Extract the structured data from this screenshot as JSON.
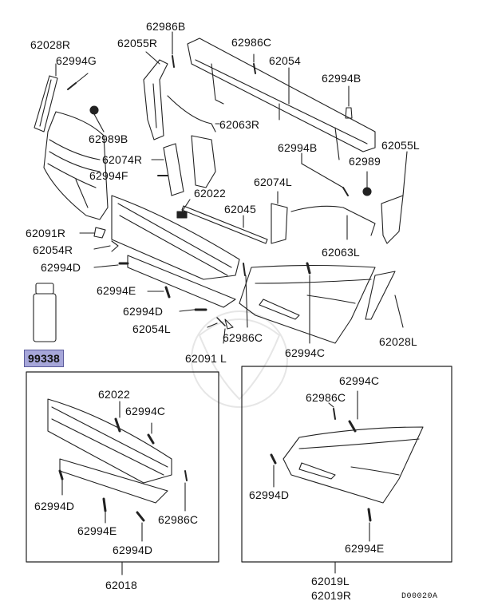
{
  "labels": {
    "l62028R": "62028R",
    "l62994G": "62994G",
    "l62055R": "62055R",
    "l62986B": "62986B",
    "l62986C_top": "62986C",
    "l62054": "62054",
    "l62994B_top": "62994B",
    "l62989B": "62989B",
    "l62063R": "62063R",
    "l62994B_right": "62994B",
    "l62055L": "62055L",
    "l62074R": "62074R",
    "l62994F": "62994F",
    "l62989": "62989",
    "l62022_top": "62022",
    "l62074L": "62074L",
    "l62045": "62045",
    "l62091R": "62091R",
    "l62054R": "62054R",
    "l62063L": "62063L",
    "l62994D_left": "62994D",
    "l62994E_mid": "62994E",
    "l62994D_mid": "62994D",
    "l62054L": "62054L",
    "l62986C_mid": "62986C",
    "l62994C_mid": "62994C",
    "l62028L": "62028L",
    "l62091L": "62091 L",
    "l99338": "99338",
    "l62022_box": "62022",
    "l62994C_box": "62994C",
    "l62994D_box": "62994D",
    "l62986C_box": "62986C",
    "l62994E_box": "62994E",
    "l62994D_box2": "62994D",
    "l62018": "62018",
    "l62994C_rbox": "62994C",
    "l62986C_rbox": "62986C",
    "l62994D_rbox": "62994D",
    "l62994E_rbox": "62994E",
    "l62019L": "62019L",
    "l62019R": "62019R",
    "code": "D00020A"
  },
  "colors": {
    "line": "#222222",
    "highlight": "#a6a6d9"
  }
}
